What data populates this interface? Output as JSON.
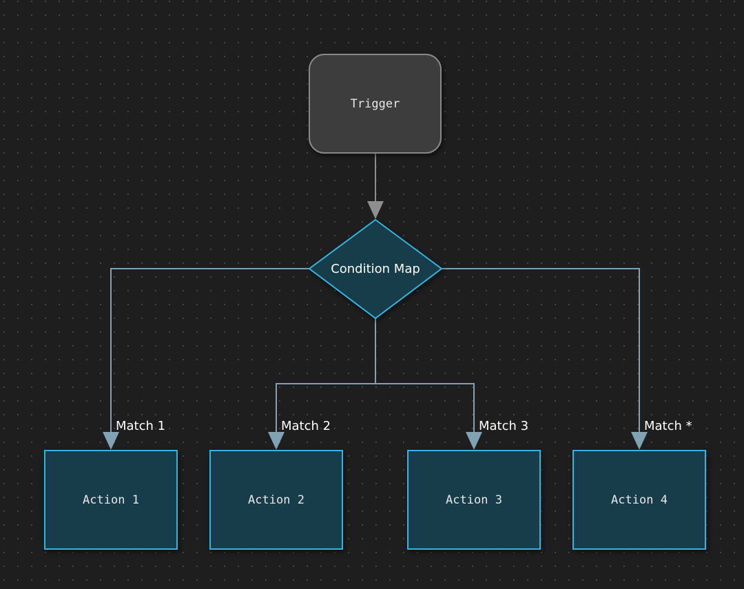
{
  "diagram": {
    "trigger": {
      "label": "Trigger"
    },
    "condition": {
      "label": "Condition Map"
    },
    "actions": [
      {
        "label": "Action 1",
        "edge_label": "Match 1"
      },
      {
        "label": "Action 2",
        "edge_label": "Match 2"
      },
      {
        "label": "Action 3",
        "edge_label": "Match 3"
      },
      {
        "label": "Action 4",
        "edge_label": "Match *"
      }
    ]
  },
  "colors": {
    "background": "#1e1e1e",
    "trigger_fill": "#3d3d3d",
    "trigger_stroke": "#8a8a8a",
    "node_fill": "#163c4a",
    "node_stroke": "#33b5e5",
    "edge_gray": "#8e8e8e",
    "edge_blue": "#7fa3b4"
  }
}
